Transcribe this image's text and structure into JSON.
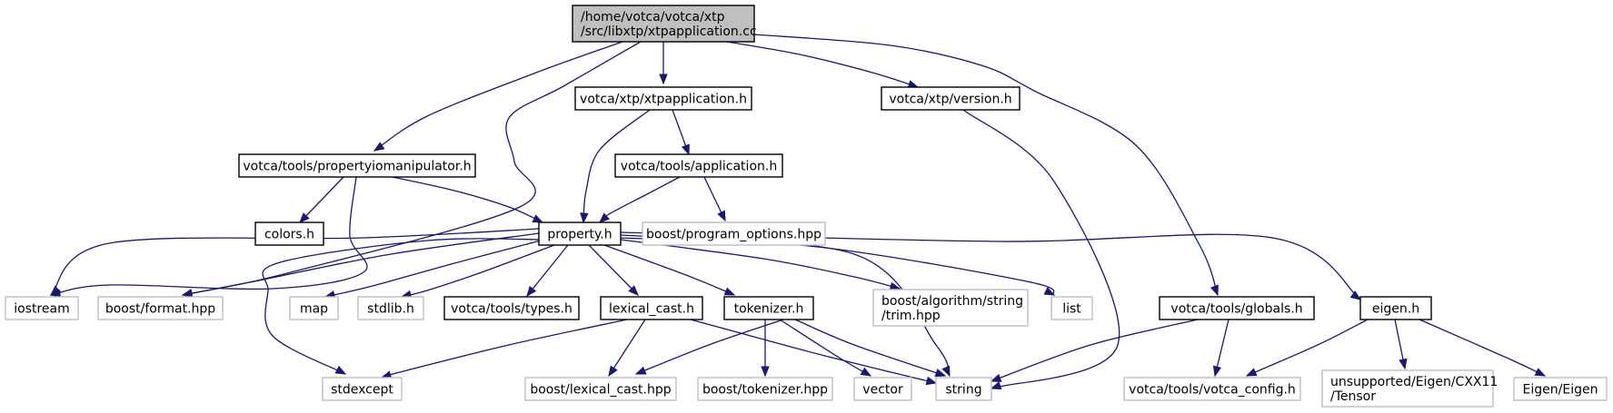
{
  "colors": {
    "edge": "#191970",
    "root_fill": "#bfbfbf",
    "node_fill": "#ffffff",
    "node_border": "#000000",
    "external_border": "#bfbfbf",
    "text": "#000000"
  },
  "nodes": [
    {
      "id": "root",
      "label": [
        "/home/votca/votca/xtp",
        "/src/libxtp/xtpapplication.cc"
      ],
      "kind": "root"
    },
    {
      "id": "xtpapplication_h",
      "label": [
        "votca/xtp/xtpapplication.h"
      ],
      "kind": "local"
    },
    {
      "id": "version_h",
      "label": [
        "votca/xtp/version.h"
      ],
      "kind": "local"
    },
    {
      "id": "propertyiomanipulator_h",
      "label": [
        "votca/tools/propertyiomanipulator.h"
      ],
      "kind": "local"
    },
    {
      "id": "application_h",
      "label": [
        "votca/tools/application.h"
      ],
      "kind": "local"
    },
    {
      "id": "colors_h",
      "label": [
        "colors.h"
      ],
      "kind": "local"
    },
    {
      "id": "property_h",
      "label": [
        "property.h"
      ],
      "kind": "local"
    },
    {
      "id": "program_options",
      "label": [
        "boost/program_options.hpp"
      ],
      "kind": "external"
    },
    {
      "id": "iostream",
      "label": [
        "iostream"
      ],
      "kind": "external"
    },
    {
      "id": "boost_format",
      "label": [
        "boost/format.hpp"
      ],
      "kind": "external"
    },
    {
      "id": "map",
      "label": [
        "map"
      ],
      "kind": "external"
    },
    {
      "id": "stdlib_h",
      "label": [
        "stdlib.h"
      ],
      "kind": "external"
    },
    {
      "id": "types_h",
      "label": [
        "votca/tools/types.h"
      ],
      "kind": "local"
    },
    {
      "id": "lexical_cast_h",
      "label": [
        "lexical_cast.h"
      ],
      "kind": "local"
    },
    {
      "id": "tokenizer_h",
      "label": [
        "tokenizer.h"
      ],
      "kind": "local"
    },
    {
      "id": "trim_hpp",
      "label": [
        "boost/algorithm/string",
        "/trim.hpp"
      ],
      "kind": "external"
    },
    {
      "id": "list",
      "label": [
        "list"
      ],
      "kind": "external"
    },
    {
      "id": "globals_h",
      "label": [
        "votca/tools/globals.h"
      ],
      "kind": "local"
    },
    {
      "id": "eigen_h",
      "label": [
        "eigen.h"
      ],
      "kind": "local"
    },
    {
      "id": "stdexcept",
      "label": [
        "stdexcept"
      ],
      "kind": "external"
    },
    {
      "id": "boost_lexical_cast",
      "label": [
        "boost/lexical_cast.hpp"
      ],
      "kind": "external"
    },
    {
      "id": "boost_tokenizer",
      "label": [
        "boost/tokenizer.hpp"
      ],
      "kind": "external"
    },
    {
      "id": "vector",
      "label": [
        "vector"
      ],
      "kind": "external"
    },
    {
      "id": "string",
      "label": [
        "string"
      ],
      "kind": "external"
    },
    {
      "id": "votca_config_h",
      "label": [
        "votca/tools/votca_config.h"
      ],
      "kind": "external"
    },
    {
      "id": "eigen_tensor",
      "label": [
        "unsupported/Eigen/CXX11",
        "/Tensor"
      ],
      "kind": "external"
    },
    {
      "id": "eigen_eigen",
      "label": [
        "Eigen/Eigen"
      ],
      "kind": "external"
    }
  ],
  "edges": [
    {
      "from": "root",
      "to": "propertyiomanipulator_h"
    },
    {
      "from": "root",
      "to": "boost_format"
    },
    {
      "from": "root",
      "to": "xtpapplication_h"
    },
    {
      "from": "root",
      "to": "version_h"
    },
    {
      "from": "root",
      "to": "globals_h"
    },
    {
      "from": "xtpapplication_h",
      "to": "property_h"
    },
    {
      "from": "xtpapplication_h",
      "to": "application_h"
    },
    {
      "from": "version_h",
      "to": "string"
    },
    {
      "from": "propertyiomanipulator_h",
      "to": "colors_h"
    },
    {
      "from": "propertyiomanipulator_h",
      "to": "iostream"
    },
    {
      "from": "propertyiomanipulator_h",
      "to": "property_h"
    },
    {
      "from": "application_h",
      "to": "property_h"
    },
    {
      "from": "application_h",
      "to": "program_options"
    },
    {
      "from": "property_h",
      "to": "iostream"
    },
    {
      "from": "property_h",
      "to": "boost_format"
    },
    {
      "from": "property_h",
      "to": "stdexcept"
    },
    {
      "from": "property_h",
      "to": "map"
    },
    {
      "from": "property_h",
      "to": "stdlib_h"
    },
    {
      "from": "property_h",
      "to": "types_h"
    },
    {
      "from": "property_h",
      "to": "lexical_cast_h"
    },
    {
      "from": "property_h",
      "to": "tokenizer_h"
    },
    {
      "from": "property_h",
      "to": "string"
    },
    {
      "from": "property_h",
      "to": "trim_hpp"
    },
    {
      "from": "property_h",
      "to": "list"
    },
    {
      "from": "property_h",
      "to": "eigen_h"
    },
    {
      "from": "lexical_cast_h",
      "to": "stdexcept"
    },
    {
      "from": "lexical_cast_h",
      "to": "boost_lexical_cast"
    },
    {
      "from": "lexical_cast_h",
      "to": "string"
    },
    {
      "from": "tokenizer_h",
      "to": "boost_lexical_cast"
    },
    {
      "from": "tokenizer_h",
      "to": "boost_tokenizer"
    },
    {
      "from": "tokenizer_h",
      "to": "vector"
    },
    {
      "from": "tokenizer_h",
      "to": "string"
    },
    {
      "from": "globals_h",
      "to": "string"
    },
    {
      "from": "globals_h",
      "to": "votca_config_h"
    },
    {
      "from": "eigen_h",
      "to": "votca_config_h"
    },
    {
      "from": "eigen_h",
      "to": "eigen_tensor"
    },
    {
      "from": "eigen_h",
      "to": "eigen_eigen"
    }
  ]
}
